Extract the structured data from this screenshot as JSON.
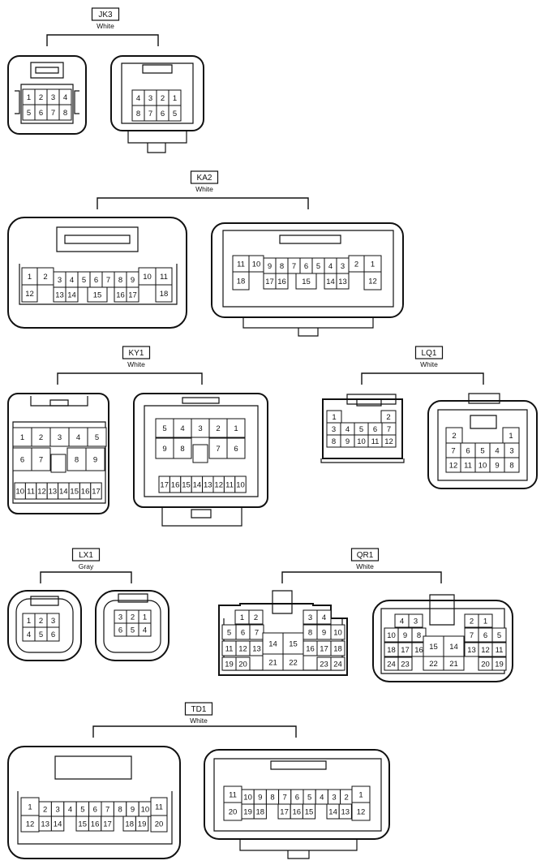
{
  "connectors": [
    {
      "id": "JK3",
      "color": "White",
      "faces": [
        {
          "rows": [
            [
              "1",
              "2",
              "3",
              "4"
            ],
            [
              "5",
              "6",
              "7",
              "8"
            ]
          ]
        },
        {
          "rows": [
            [
              "4",
              "3",
              "2",
              "1"
            ],
            [
              "8",
              "7",
              "6",
              "5"
            ]
          ]
        }
      ]
    },
    {
      "id": "KA2",
      "color": "White",
      "faces": [
        {
          "rows": [
            [
              "1",
              "2",
              "",
              "3",
              "4",
              "5",
              "6",
              "7",
              "8",
              "9",
              "10",
              "11"
            ],
            [
              "12",
              "",
              "13",
              "14",
              "15",
              "",
              "16",
              "17",
              "",
              "18"
            ]
          ]
        },
        {
          "rows": [
            [
              "11",
              "10",
              "9",
              "8",
              "7",
              "6",
              "5",
              "4",
              "3",
              "2",
              "1"
            ],
            [
              "18",
              "",
              "17",
              "16",
              "15",
              "",
              "14",
              "13",
              "",
              "12"
            ]
          ]
        }
      ]
    },
    {
      "id": "KY1",
      "color": "White",
      "faces": [
        {
          "rows": [
            [
              "1",
              "2",
              "3",
              "4",
              "5"
            ],
            [
              "6",
              "7",
              "",
              "8",
              "9"
            ],
            [
              "10",
              "11",
              "12",
              "13",
              "14",
              "15",
              "16",
              "17"
            ]
          ]
        },
        {
          "rows": [
            [
              "5",
              "4",
              "3",
              "2",
              "1"
            ],
            [
              "9",
              "8",
              "",
              "7",
              "6"
            ],
            [
              "17",
              "16",
              "15",
              "14",
              "13",
              "12",
              "11",
              "10"
            ]
          ]
        }
      ]
    },
    {
      "id": "LQ1",
      "color": "White",
      "faces": [
        {
          "rows": [
            [
              "1",
              "2"
            ],
            [
              "3",
              "4",
              "5",
              "6",
              "7"
            ],
            [
              "8",
              "9",
              "10",
              "11",
              "12"
            ]
          ]
        },
        {
          "rows": [
            [
              "2",
              "1"
            ],
            [
              "7",
              "6",
              "5",
              "4",
              "3"
            ],
            [
              "12",
              "11",
              "10",
              "9",
              "8"
            ]
          ]
        }
      ]
    },
    {
      "id": "LX1",
      "color": "Gray",
      "faces": [
        {
          "rows": [
            [
              "1",
              "2",
              "3"
            ],
            [
              "4",
              "5",
              "6"
            ]
          ]
        },
        {
          "rows": [
            [
              "3",
              "2",
              "1"
            ],
            [
              "6",
              "5",
              "4"
            ]
          ]
        }
      ]
    },
    {
      "id": "QR1",
      "color": "White",
      "faces": [
        {
          "rows": [
            [
              "1",
              "2",
              "3",
              "4"
            ],
            [
              "5",
              "6",
              "7",
              "8",
              "9",
              "10"
            ],
            [
              "11",
              "12",
              "13",
              "14",
              "15",
              "16",
              "17",
              "18"
            ],
            [
              "19",
              "20",
              "21",
              "22",
              "23",
              "24"
            ]
          ]
        },
        {
          "rows": [
            [
              "4",
              "3",
              "2",
              "1"
            ],
            [
              "10",
              "9",
              "8",
              "7",
              "6",
              "5"
            ],
            [
              "18",
              "17",
              "16",
              "15",
              "14",
              "13",
              "12",
              "11"
            ],
            [
              "24",
              "23",
              "22",
              "21",
              "20",
              "19"
            ]
          ]
        }
      ]
    },
    {
      "id": "TD1",
      "color": "White",
      "faces": [
        {
          "rows": [
            [
              "1",
              "2",
              "3",
              "4",
              "5",
              "6",
              "7",
              "8",
              "9",
              "10",
              "11"
            ],
            [
              "12",
              "13",
              "14",
              "15",
              "16",
              "17",
              "18",
              "19",
              "20"
            ]
          ]
        },
        {
          "rows": [
            [
              "11",
              "10",
              "9",
              "8",
              "7",
              "6",
              "5",
              "4",
              "3",
              "2",
              "1"
            ],
            [
              "20",
              "19",
              "18",
              "17",
              "16",
              "15",
              "14",
              "13",
              "12"
            ]
          ]
        }
      ]
    }
  ]
}
